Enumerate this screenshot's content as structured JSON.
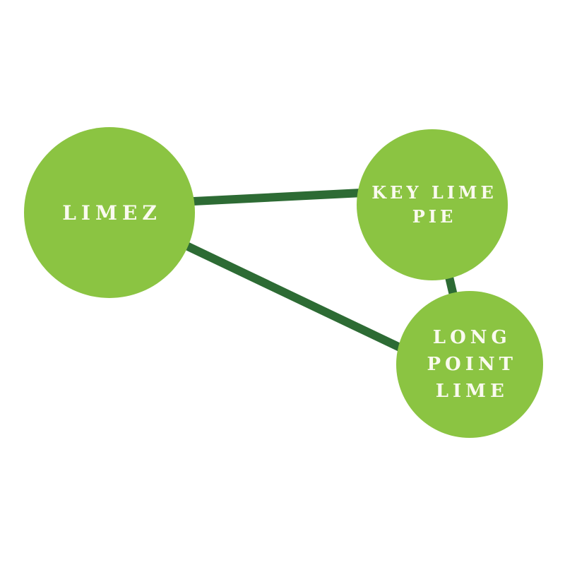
{
  "colors": {
    "background": "#ffffff",
    "node-fill": "#8bc442",
    "edge": "#2d6b34",
    "label": "#fafaef"
  },
  "graph": {
    "nodes": [
      {
        "id": "limez",
        "label": "LIMEZ",
        "lines": [
          "LIMEZ"
        ]
      },
      {
        "id": "key-lime-pie",
        "label": "KEY LIME PIE",
        "lines": [
          "KEY LIME",
          "PIE"
        ]
      },
      {
        "id": "long-point-lime",
        "label": "LONG POINT LIME",
        "lines": [
          "LONG",
          "POINT",
          "LIME"
        ]
      }
    ],
    "edges": [
      {
        "from": "limez",
        "to": "key-lime-pie"
      },
      {
        "from": "limez",
        "to": "long-point-lime"
      },
      {
        "from": "key-lime-pie",
        "to": "long-point-lime"
      }
    ]
  }
}
